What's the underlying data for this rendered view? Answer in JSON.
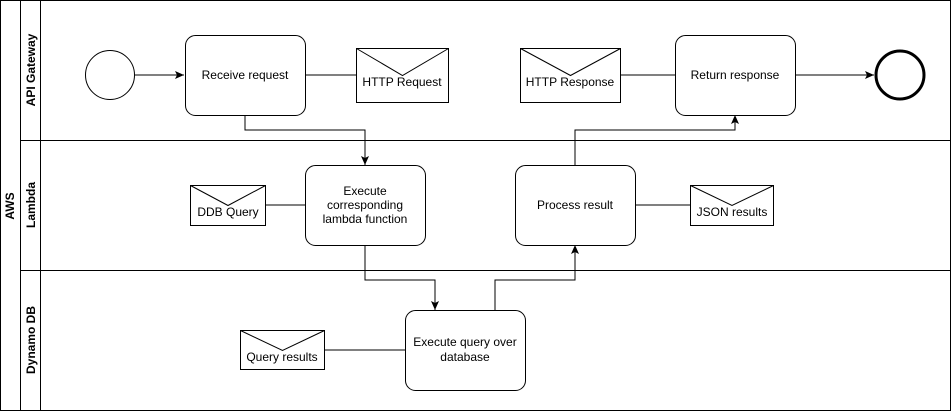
{
  "pool": {
    "title": "AWS",
    "lanes": [
      {
        "id": "api",
        "title": "API Gateway"
      },
      {
        "id": "lambda",
        "title": "Lambda"
      },
      {
        "id": "dynamo",
        "title": "Dynamo DB"
      }
    ]
  },
  "tasks": {
    "receive": "Receive request",
    "return": "Return response",
    "execute_line1": "Execute",
    "execute_line2": "corresponding",
    "execute_line3": "lambda function",
    "process": "Process result",
    "query_line1": "Execute query over",
    "query_line2": "database"
  },
  "messages": {
    "http_request": "HTTP Request",
    "http_response": "HTTP Response",
    "ddb_query": "DDB Query",
    "json_results": "JSON results",
    "query_results": "Query results"
  }
}
